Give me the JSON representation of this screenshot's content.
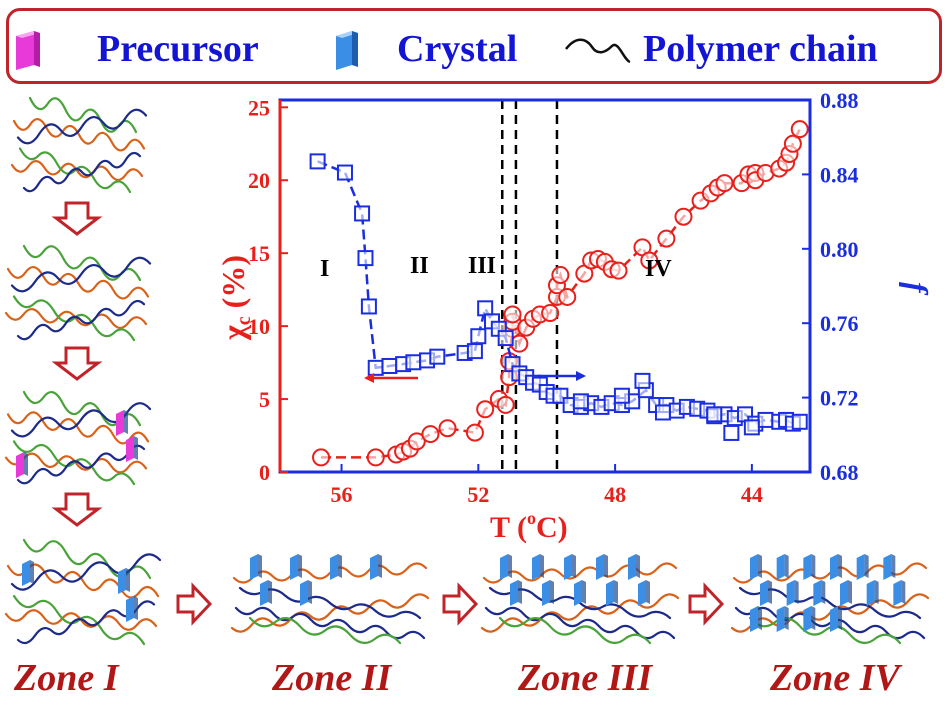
{
  "legend": {
    "precursor_label": "Precursor",
    "crystal_label": "Crystal",
    "chain_label": "Polymer chain",
    "precursor_color": "#e83ad8",
    "crystal_color": "#3a8ee6",
    "border_color": "#c0242a",
    "text_color": "#1414d4"
  },
  "zones": {
    "z1": "Zone I",
    "z2": "Zone II",
    "z3": "Zone III",
    "z4": "Zone IV",
    "color": "#b01818"
  },
  "chart_data": {
    "type": "scatter",
    "xlabel": "T (°C)",
    "xlabel_base": "T (",
    "xlabel_sup": "o",
    "xlabel_end": "C)",
    "ylabel_left": "χc (%)",
    "ylabel_left_main": "χ",
    "ylabel_left_sub": "c",
    "ylabel_left_end": " (%)",
    "ylabel_right": "f",
    "x_inverted": true,
    "xlim": [
      57.8,
      42.3
    ],
    "xticks": [
      "56",
      "52",
      "48",
      "44"
    ],
    "ylim_left": [
      0,
      25.5
    ],
    "yticks_left": [
      "0",
      "5",
      "10",
      "15",
      "20",
      "25"
    ],
    "ylim_right": [
      0.68,
      0.88
    ],
    "yticks_right": [
      "0.68",
      "0.72",
      "0.76",
      "0.80",
      "0.84",
      "0.88"
    ],
    "dashed_lines_x": [
      50.9,
      51.3,
      49.7
    ],
    "regions": [
      "I",
      "II",
      "III",
      "IV"
    ],
    "left_color": "#e8201c",
    "right_color": "#1a2ee0",
    "series": [
      {
        "axis": "left",
        "x": [
          56.6,
          55.0,
          54.4,
          54.2,
          54.0,
          53.8,
          53.4,
          52.9,
          52.1,
          51.8,
          51.4,
          51.2,
          51.1,
          51.1,
          51.0,
          51.0,
          51.0,
          50.8,
          50.6,
          50.4,
          50.2,
          49.9,
          49.7,
          49.7,
          49.6,
          49.4,
          48.9,
          48.7,
          48.5,
          48.3,
          48.1,
          47.9,
          47.2,
          47.0,
          46.5,
          46.0,
          45.5,
          45.2,
          45.0,
          44.8,
          44.3,
          44.1,
          43.9,
          43.9,
          43.6,
          43.2,
          43.0,
          42.9,
          42.8,
          42.6
        ],
        "y": [
          1.0,
          1.0,
          1.2,
          1.4,
          1.6,
          2.1,
          2.6,
          3.0,
          2.7,
          4.3,
          5.0,
          4.6,
          6.5,
          7.6,
          9.8,
          10.3,
          10.8,
          8.8,
          9.9,
          10.5,
          10.8,
          10.9,
          12.0,
          12.8,
          13.5,
          12.0,
          13.6,
          14.5,
          14.6,
          14.4,
          13.9,
          13.8,
          15.4,
          14.5,
          16.0,
          17.5,
          18.6,
          19.1,
          19.5,
          19.8,
          19.8,
          20.4,
          20.5,
          20.0,
          20.5,
          20.8,
          21.2,
          21.8,
          22.5,
          23.5
        ],
        "name": ""
      },
      {
        "axis": "right",
        "x": [
          56.7,
          55.9,
          55.4,
          55.3,
          55.2,
          55.0,
          54.6,
          54.2,
          53.9,
          53.5,
          53.2,
          52.4,
          52.1,
          52.0,
          51.8,
          51.6,
          51.4,
          51.2,
          51.0,
          50.8,
          50.6,
          50.4,
          50.2,
          50.0,
          49.8,
          49.6,
          49.3,
          49.0,
          48.7,
          48.4,
          48.1,
          47.8,
          47.5,
          47.1,
          46.8,
          46.5,
          46.2,
          45.9,
          45.6,
          45.3,
          45.1,
          44.8,
          44.5,
          44.2,
          43.9,
          43.6,
          43.2,
          43.0,
          42.8,
          42.6,
          44.0,
          44.6,
          45.1,
          47.2,
          47.8,
          46.6,
          49.0
        ],
        "y": [
          0.847,
          0.841,
          0.819,
          0.795,
          0.769,
          0.736,
          0.737,
          0.738,
          0.739,
          0.74,
          0.742,
          0.744,
          0.745,
          0.753,
          0.768,
          0.761,
          0.757,
          0.752,
          0.738,
          0.733,
          0.731,
          0.728,
          0.727,
          0.723,
          0.721,
          0.721,
          0.716,
          0.715,
          0.717,
          0.715,
          0.717,
          0.716,
          0.718,
          0.724,
          0.716,
          0.716,
          0.713,
          0.715,
          0.714,
          0.713,
          0.71,
          0.711,
          0.709,
          0.711,
          0.706,
          0.708,
          0.707,
          0.708,
          0.706,
          0.707,
          0.704,
          0.701,
          0.711,
          0.729,
          0.721,
          0.712,
          0.718
        ],
        "name": ""
      }
    ]
  }
}
